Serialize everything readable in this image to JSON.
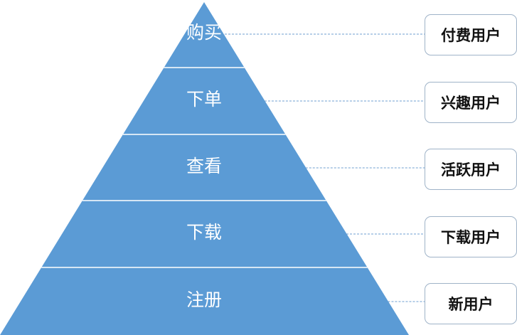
{
  "colors": {
    "pyramid_fill": "#5b9bd5",
    "separator": "#ffffff",
    "connector": "#6f9fd0",
    "box_border": "#9fb3c8"
  },
  "levels": [
    {
      "label": "购买",
      "user_type": "付费用户"
    },
    {
      "label": "下单",
      "user_type": "兴趣用户"
    },
    {
      "label": "查看",
      "user_type": "活跃用户"
    },
    {
      "label": "下载",
      "user_type": "下载用户"
    },
    {
      "label": "注册",
      "user_type": "新用户"
    }
  ]
}
